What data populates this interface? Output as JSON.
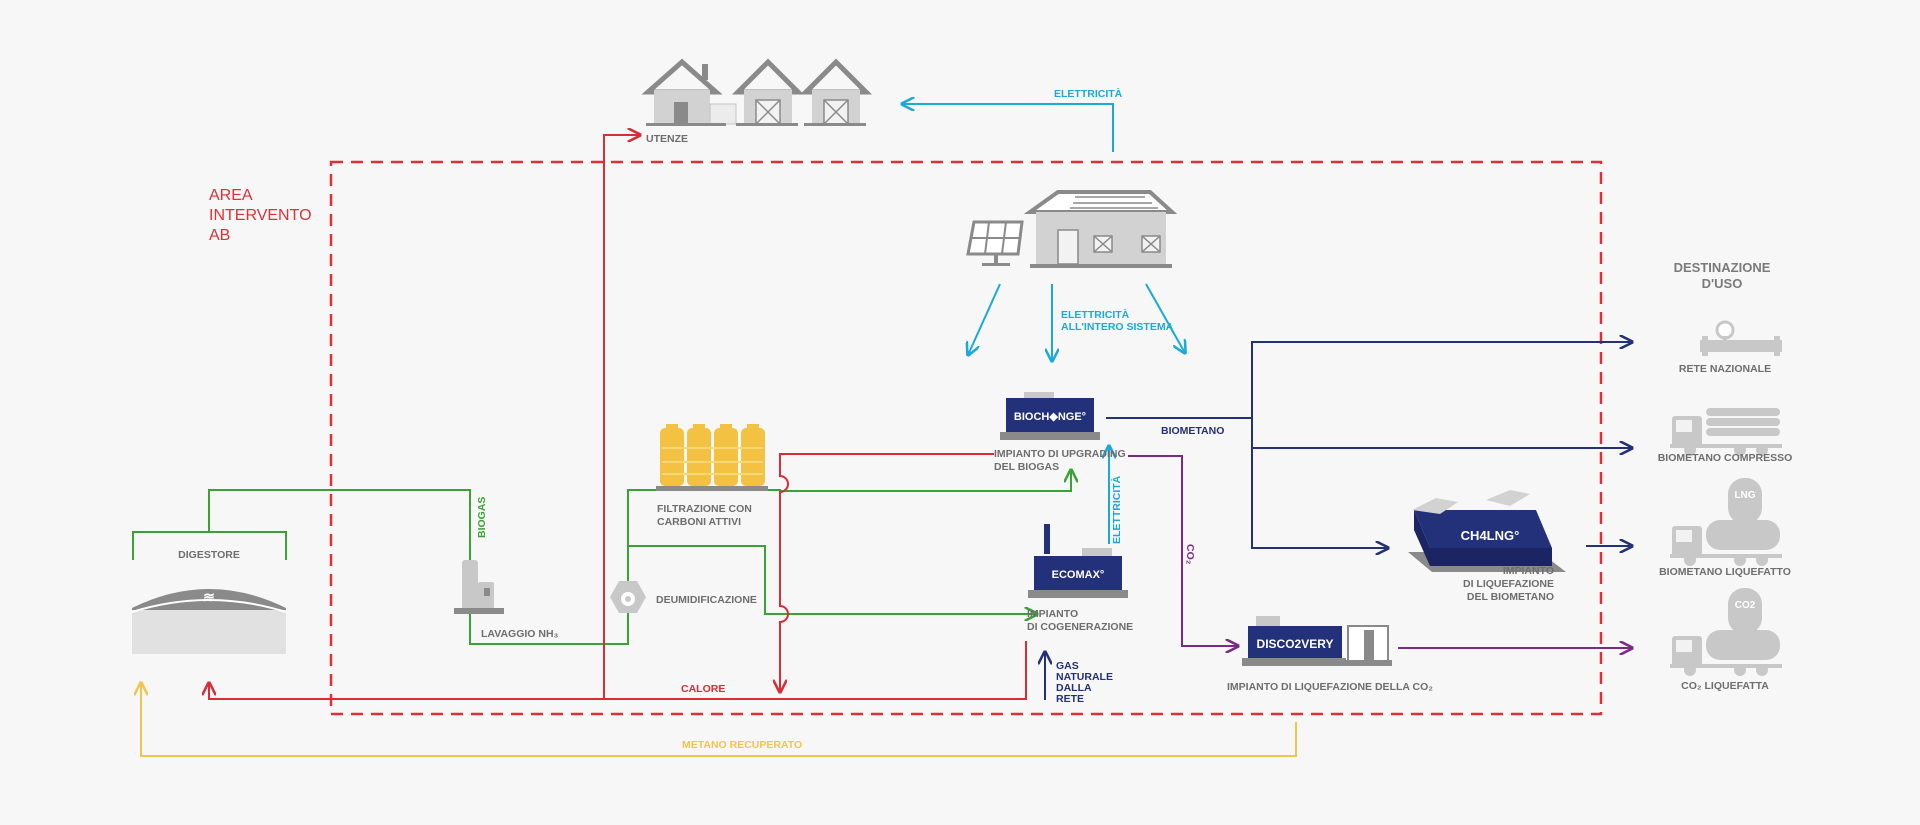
{
  "area": {
    "line1": "AREA",
    "line2": "INTERVENTO",
    "line3": "AB"
  },
  "nodes": {
    "utenze": "UTENZE",
    "digestore": "DIGESTORE",
    "lavaggio": "LAVAGGIO NH₃",
    "filtrazione": [
      "FILTRAZIONE CON",
      "CARBONI ATTIVI"
    ],
    "deumidificazione": "DEUMIDIFICAZIONE",
    "upgrading": [
      "IMPIANTO DI UPGRADING",
      "DEL BIOGAS"
    ],
    "cogenerazione": [
      "IMPIANTO",
      "DI COGENERAZIONE"
    ],
    "liquefazione_co2": "IMPIANTO DI LIQUEFAZIONE DELLA CO₂",
    "liquefazione_biometano": [
      "IMPIANTO",
      "DI LIQUEFAZIONE",
      "DEL BIOMETANO"
    ]
  },
  "brands": {
    "biochange": "BIOCH◆NGE°",
    "ecomax": "ECOMAX°",
    "disco2very": "DISCO2VERY",
    "ch4lng": "CH4LNG°"
  },
  "flows": {
    "elettricita_top": "ELETTRICITÀ",
    "elettricita_sistema": [
      "ELETTRICITÀ",
      "ALL'INTERO SISTEMA"
    ],
    "elettricita_vert": "ELETTRICITÀ",
    "biogas": "BIOGAS",
    "biometano": "BIOMETANO",
    "co2": "CO₂",
    "calore": "CALORE",
    "gas_naturale": [
      "GAS",
      "NATURALE",
      "DALLA",
      "RETE"
    ],
    "metano_recuperato": "METANO RECUPERATO"
  },
  "destinazione": {
    "title": [
      "DESTINAZIONE",
      "D'USO"
    ],
    "rete_nazionale": "RETE NAZIONALE",
    "biometano_compresso": "BIOMETANO COMPRESSO",
    "biometano_liquefatto": "BIOMETANO LIQUEFATTO",
    "co2_liquefatta": "CO₂ LIQUEFATTA",
    "tank_lng": "LNG",
    "tank_co2": "CO2"
  },
  "colors": {
    "area": "#e03037",
    "green": "#3aa335",
    "red": "#d92c34",
    "cyan": "#19aad8",
    "navy": "#23307a",
    "purple": "#7a2a86",
    "yellow": "#f2c44d",
    "gray": "#8a8a8a",
    "lightgray": "#d2d2d2"
  }
}
